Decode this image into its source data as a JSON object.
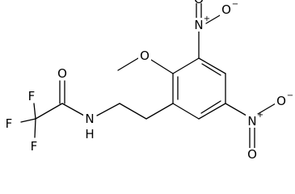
{
  "molecule": {
    "atoms": {
      "f_top": "F",
      "f_left": "F",
      "f_bottom": "F",
      "carbonyl_o": "O",
      "amide_n": "N",
      "amide_h": "H",
      "methoxy_o": "O",
      "nitro_top_n": "N",
      "nitro_top_o1": "O",
      "nitro_top_o2": "O",
      "nitro_right_n": "N",
      "nitro_right_o1": "O",
      "nitro_right_o2": "O"
    },
    "charges": {
      "nitro_top_n_plus": "+",
      "nitro_top_o_minus": "−",
      "nitro_right_n_plus": "+",
      "nitro_right_o_minus": "−"
    }
  }
}
